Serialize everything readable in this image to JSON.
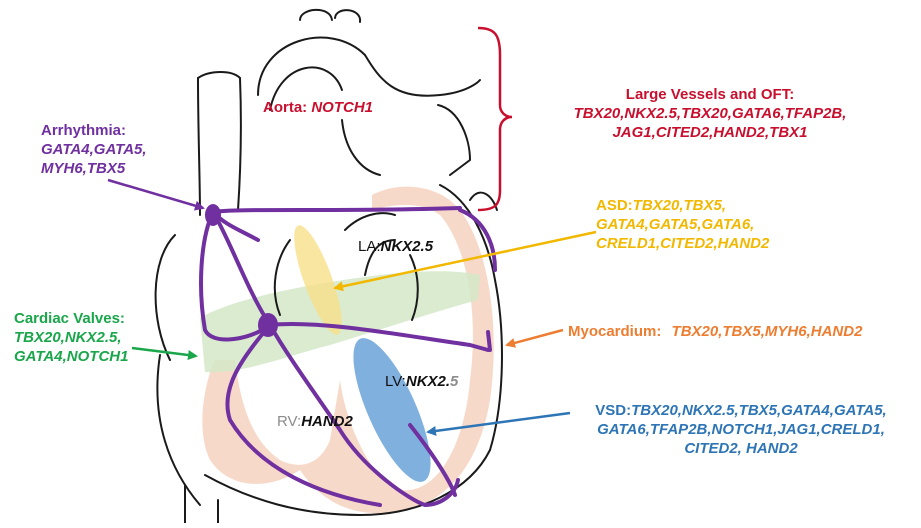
{
  "labels": {
    "aorta": {
      "title": "Aorta:",
      "genes": "NOTCH1"
    },
    "large_vessels": {
      "title": "Large Vessels and OFT:",
      "line1": "TBX20,NKX2.5,TBX20,GATA6,TFAP2B,",
      "line2": "JAG1,CITED2,HAND2,TBX1"
    },
    "arrhythmia": {
      "title": "Arrhythmia:",
      "line1": "GATA4,GATA5,",
      "line2": "MYH6,TBX5"
    },
    "asd": {
      "title": "ASD:",
      "line1": "TBX20,TBX5,",
      "line2": "GATA4,GATA5,GATA6,",
      "line3": "CRELD1,CITED2,HAND2"
    },
    "la": {
      "title": "LA:",
      "genes": "NKX2.5"
    },
    "cardiac_valves": {
      "title": "Cardiac Valves:",
      "line1": "TBX20,NKX2.5,",
      "line2": "GATA4,NOTCH1"
    },
    "myocardium": {
      "title": "Myocardium:",
      "genes": "TBX20,TBX5,MYH6,HAND2"
    },
    "lv": {
      "title": "LV:",
      "genes_a": "NKX2.",
      "genes_b": "5"
    },
    "vsd": {
      "title": "VSD:",
      "line1": "TBX20,NKX2.5,TBX5,GATA4,GATA5,",
      "line2": "GATA6,TFAP2B,NOTCH1,JAG1,CRELD1,",
      "line3": "CITED2, HAND2"
    },
    "rv": {
      "title": "RV:",
      "genes": "HAND2"
    }
  },
  "colors": {
    "vessels": "#c8102e",
    "arrhythmia": "#7030a0",
    "asd": "#f2b800",
    "valves": "#1aa64a",
    "myocardium": "#ed7d31",
    "vsd": "#2e75b6",
    "myocardium_fill": "#f6d5c3",
    "valve_fill": "#d4e8c8",
    "septum_fill": "#4a8fd0",
    "atrial_septum_fill": "#f7e08a"
  }
}
